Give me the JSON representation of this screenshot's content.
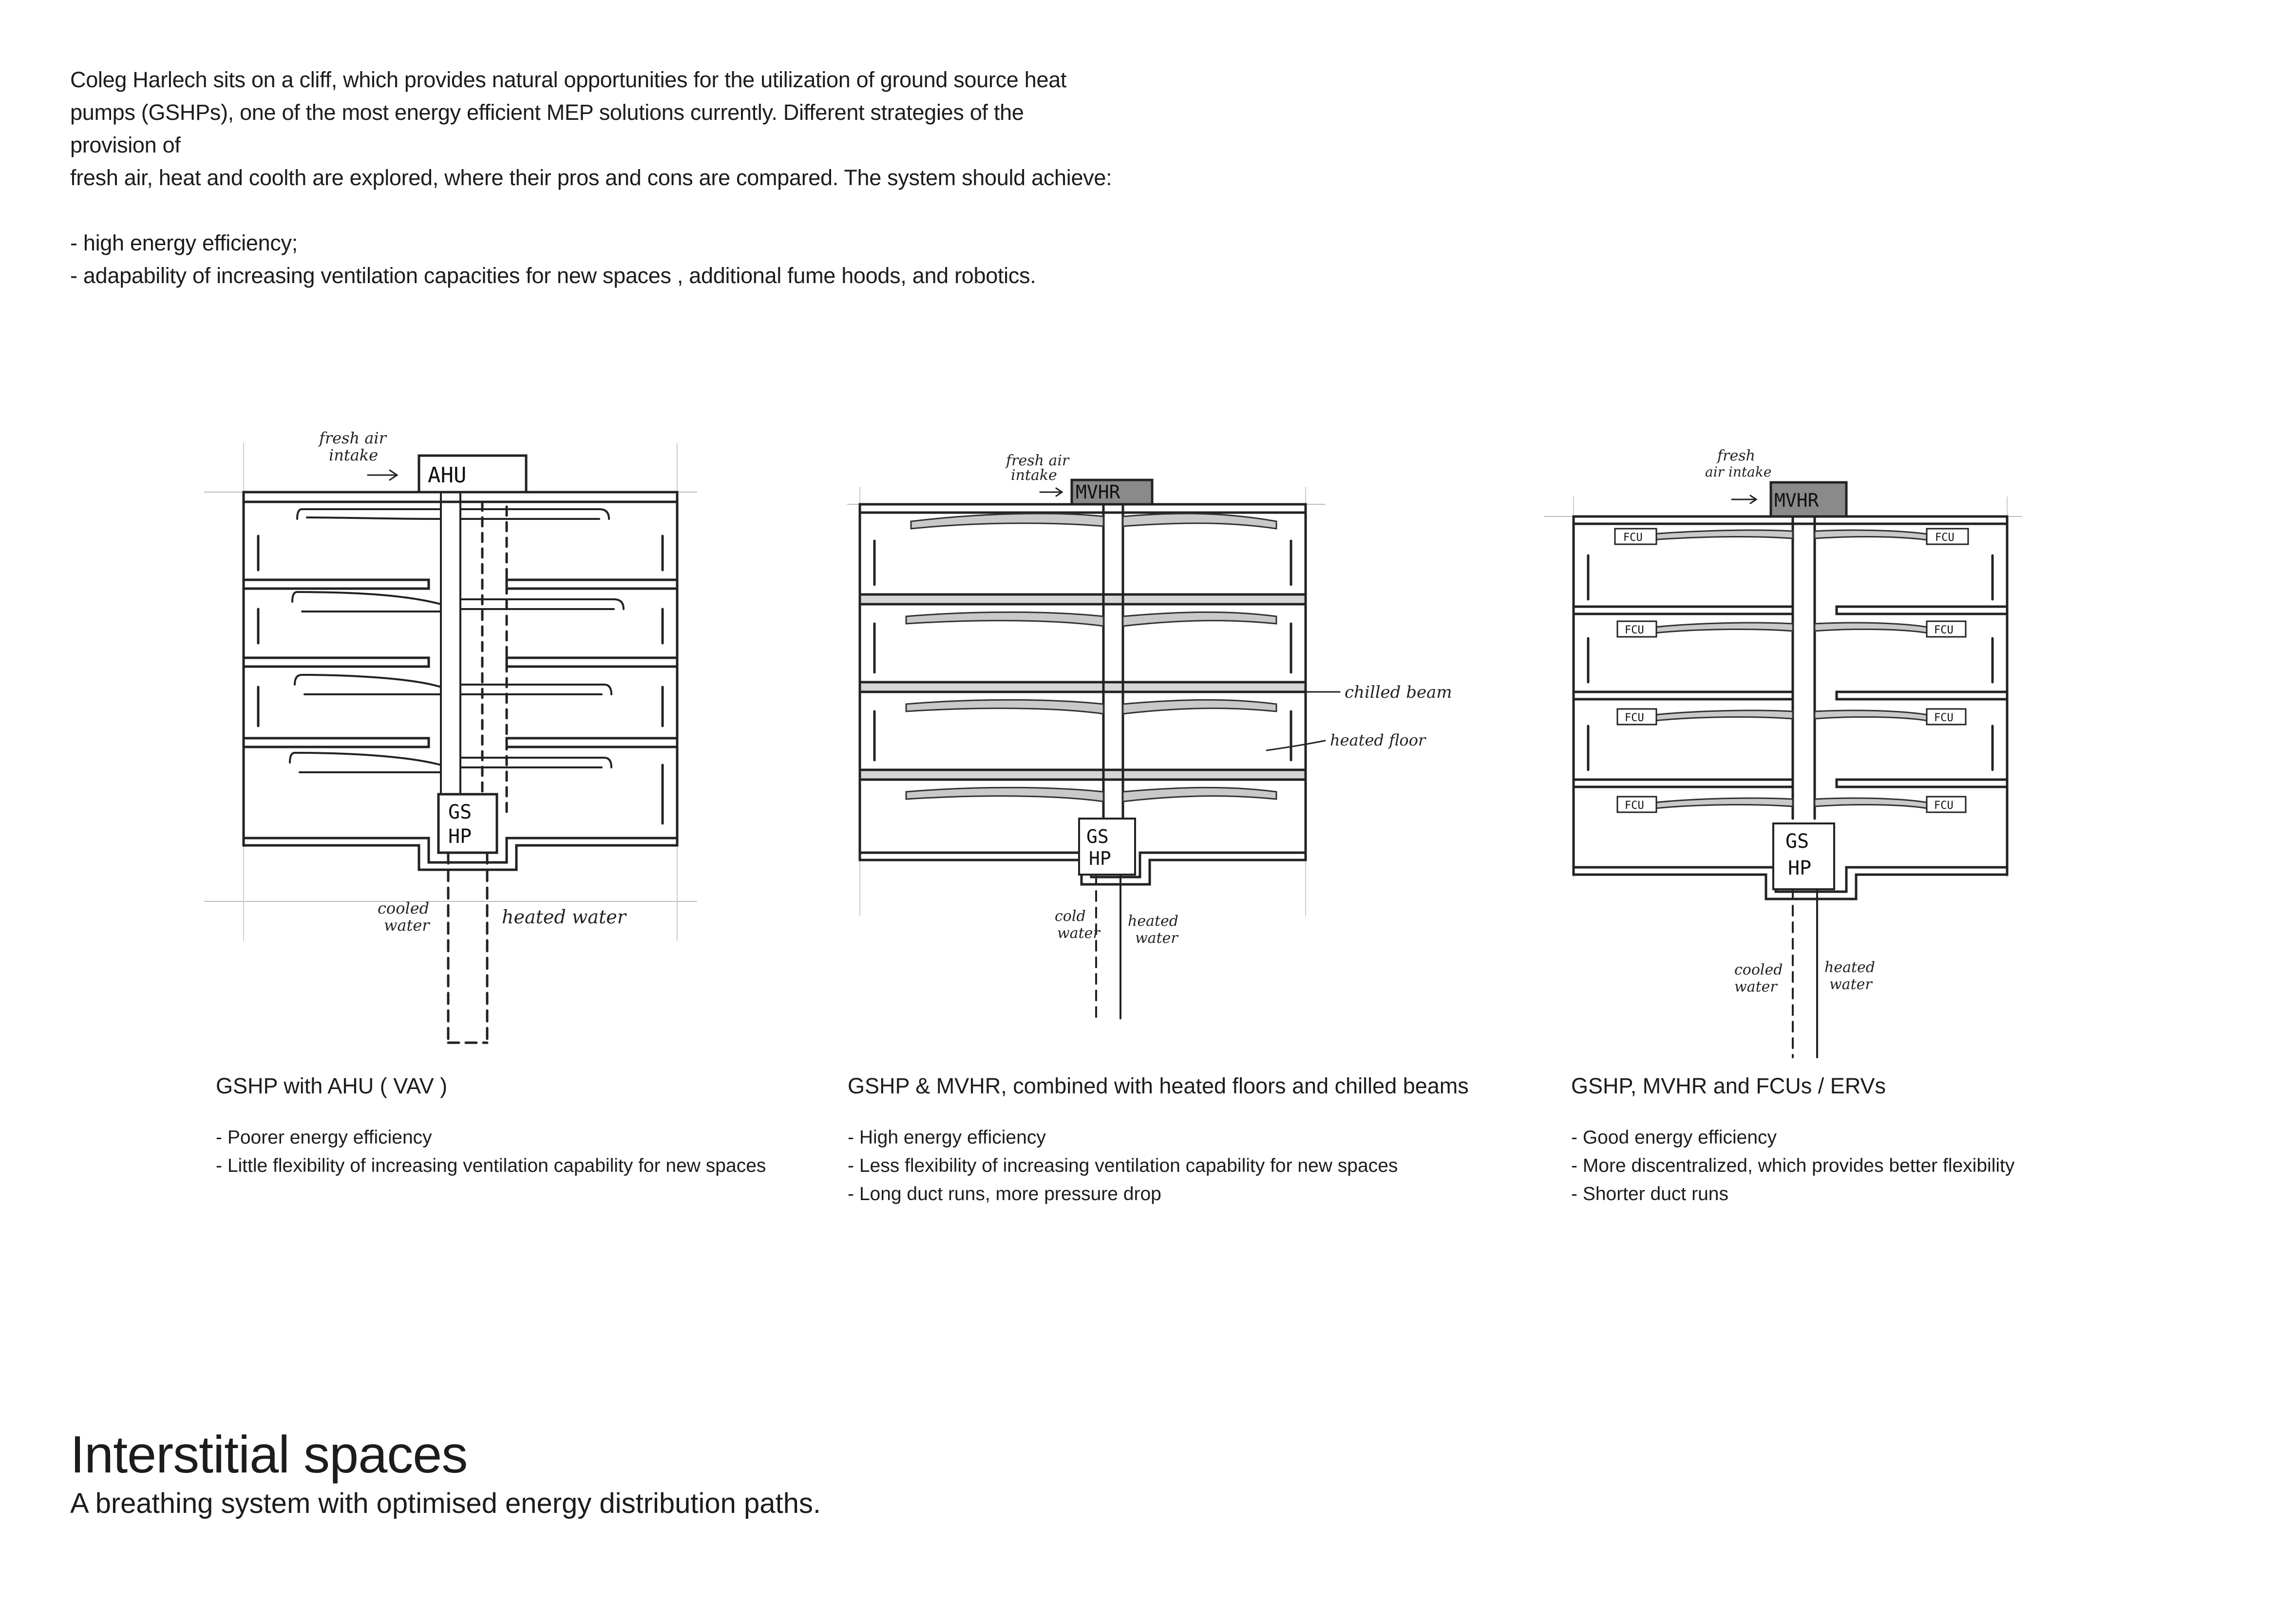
{
  "intro": {
    "lines": [
      "Coleg Harlech sits on a cliff, which provides natural opportunities for the utilization of ground source heat",
      "pumps (GSHPs), one of the most energy efficient MEP solutions currently. Different strategies of the provision of",
      "fresh air, heat and coolth are explored, where their pros and cons are compared. The system should achieve:"
    ],
    "bullets": [
      "- high energy efficiency;",
      "- adapability of increasing ventilation capacities for new spaces , additional fume hoods, and robotics."
    ]
  },
  "diagram1": {
    "fresh_air_1": "fresh air",
    "fresh_air_2": "intake",
    "unit": "AHU",
    "plant_1": "GS",
    "plant_2": "HP",
    "cooled_1": "cooled",
    "cooled_2": "water",
    "heated": "heated water"
  },
  "diagram2": {
    "fresh_air_1": "fresh air",
    "fresh_air_2": "intake",
    "unit": "MVHR",
    "plant_1": "GS",
    "plant_2": "HP",
    "chilled_beam": "chilled beam",
    "heated_floor": "heated floor",
    "cold_1": "cold",
    "cold_2": "water",
    "heated_1": "heated",
    "heated_2": "water"
  },
  "diagram3": {
    "fresh_1": "fresh",
    "fresh_2": "air intake",
    "unit": "MVHR",
    "fcu": "FCU",
    "plant_1": "GS",
    "plant_2": "HP",
    "cooled_1": "cooled",
    "cooled_2": "water",
    "heated_1": "heated",
    "heated_2": "water"
  },
  "captions": [
    {
      "title": "GSHP with AHU ( VAV )",
      "lines": [
        "- Poorer energy efficiency",
        "- Little flexibility of increasing ventilation capability for new spaces"
      ]
    },
    {
      "title": "GSHP & MVHR, combined with heated floors and chilled beams",
      "lines": [
        "- High energy efficiency",
        "- Less flexibility of increasing ventilation capability for new spaces",
        "- Long duct runs, more pressure drop"
      ]
    },
    {
      "title": "GSHP, MVHR and FCUs / ERVs",
      "lines": [
        "- Good energy efficiency",
        "- More discentralized, which provides better flexibility",
        "- Shorter duct runs"
      ]
    }
  ],
  "title": {
    "main": "Interstitial spaces",
    "sub": "A breathing system with optimised energy distribution paths."
  },
  "colors": {
    "ink": "#1c1c1c",
    "duct_fill": "#c9c9c9",
    "unit_fill_dark": "#8a8a8a"
  }
}
